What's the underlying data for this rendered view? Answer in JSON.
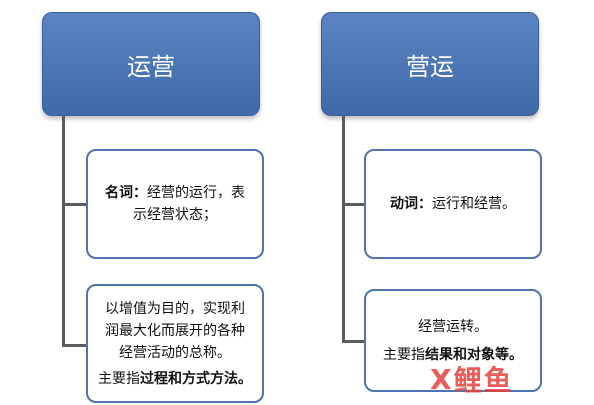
{
  "left": {
    "title": "运营",
    "card1": {
      "term": "名词：",
      "line1_rest": "经营的运行，表",
      "line2": "示经营状态；"
    },
    "card2": {
      "line1": "以增值为目的，实现利",
      "line2": "润最大化而展开的各种",
      "line3": "经营活动的总称。",
      "line4_prefix": "主要指",
      "line4_bold": "过程和方式方法。"
    }
  },
  "right": {
    "title": "营运",
    "card1": {
      "term": "动词：",
      "rest": "运行和经营。"
    },
    "card2": {
      "line1": "经营运转。",
      "line2_prefix": "主要指",
      "line2_bold": "结果和对象等。"
    }
  },
  "watermark": {
    "char1": "X",
    "char2": "鲤",
    "char3": "鱼"
  },
  "colors": {
    "header_fill": "#4a75b5",
    "card_border": "#4d74b0",
    "connector": "#5b5b5b",
    "watermark": "#e8413b"
  }
}
